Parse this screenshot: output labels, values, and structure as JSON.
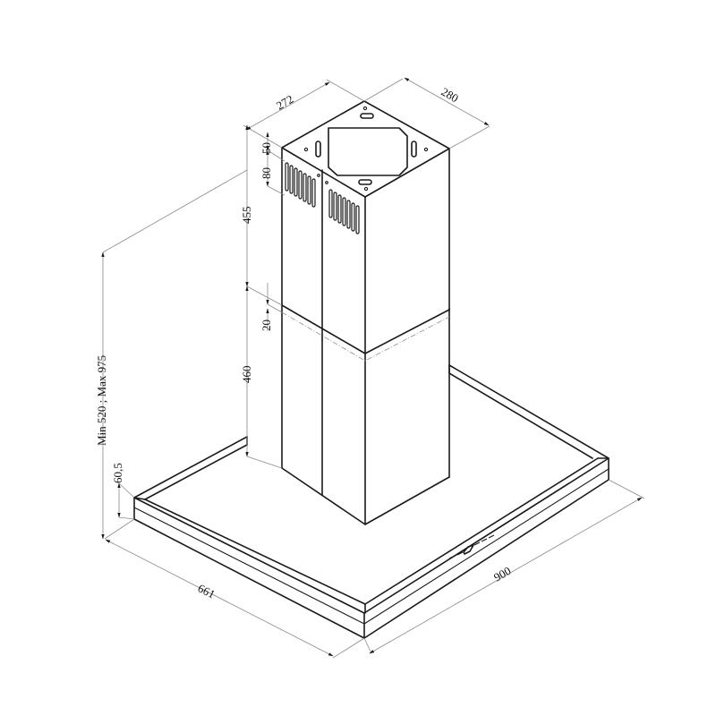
{
  "drawing": {
    "title": "Island cooker hood dimension drawing",
    "units": "mm",
    "colors": {
      "line": "#1a1a1a",
      "dimension": "#8a8a8a",
      "background": "#ffffff"
    }
  },
  "dimensions": {
    "top_depth": "272",
    "top_width": "280",
    "vent_offset_top": "50",
    "vent_height": "80",
    "upper_chimney": "455",
    "overlap": "20",
    "lower_chimney": "460",
    "total_height": "Min 520 ; Max 975",
    "canopy_height": "60,5",
    "canopy_depth": "661",
    "canopy_width": "900"
  }
}
